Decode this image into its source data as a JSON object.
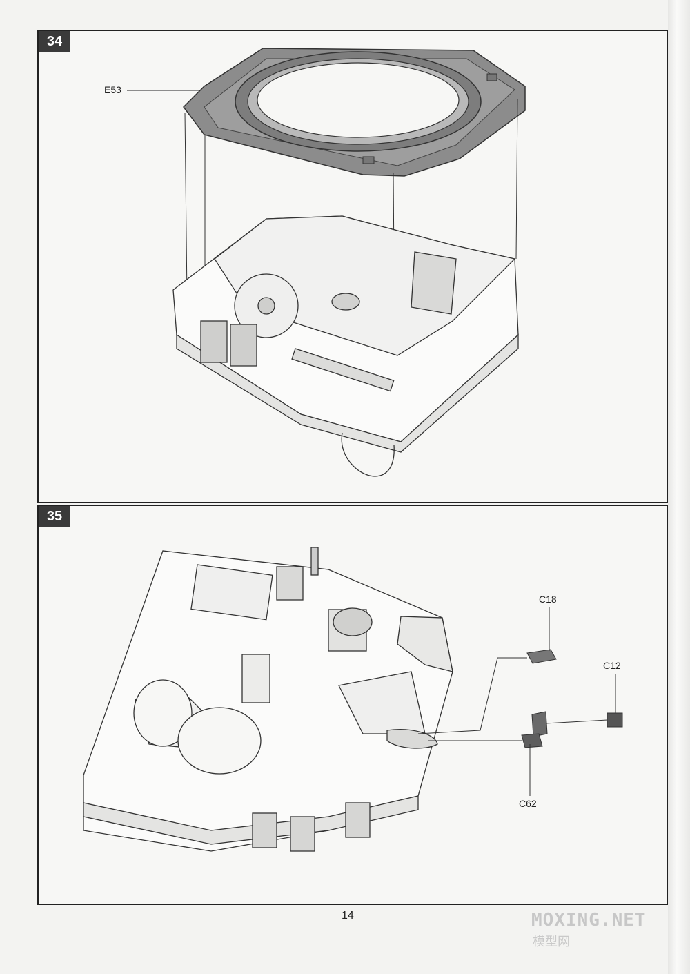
{
  "page": {
    "number": "14"
  },
  "steps": [
    {
      "number": "34",
      "parts": {
        "e53": "E53"
      }
    },
    {
      "number": "35",
      "parts": {
        "c18": "C18",
        "c12": "C12",
        "c62": "C62"
      }
    }
  ],
  "watermark": {
    "line1": "MOXING.NET",
    "line2": "模型网"
  }
}
